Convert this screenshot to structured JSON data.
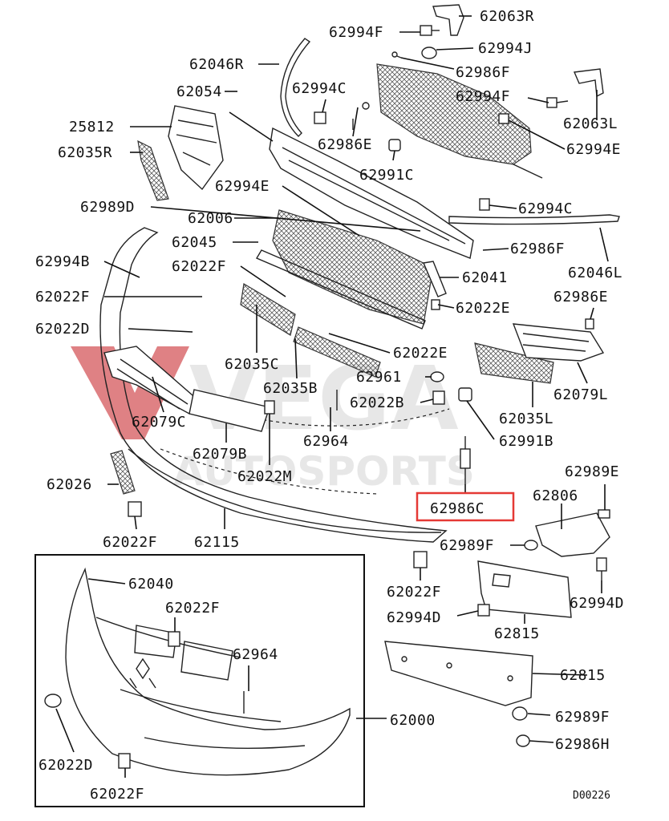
{
  "watermark": {
    "line1": "VEGA",
    "line2": "AUTOSPORTS",
    "accent": "#c41a1f"
  },
  "footer_code": "D00226",
  "highlight": {
    "part": "62986C",
    "color": "#e53935"
  },
  "labels": {
    "p62063R": "62063R",
    "p62994F_top": "62994F",
    "p62994J": "62994J",
    "p62046R": "62046R",
    "p62986F_top": "62986F",
    "p62054": "62054",
    "p62994C_top": "62994C",
    "p62994F_right": "62994F",
    "p25812": "25812",
    "p62063L": "62063L",
    "p62035R": "62035R",
    "p62986E_top": "62986E",
    "p62994E_right": "62994E",
    "p62991C": "62991C",
    "p62994E_mid": "62994E",
    "p62989D": "62989D",
    "p62994C_right": "62994C",
    "p62006": "62006",
    "p62045": "62045",
    "p62986F_right": "62986F",
    "p62046L": "62046L",
    "p62022F_mid": "62022F",
    "p62041": "62041",
    "p62994B": "62994B",
    "p62022F_left": "62022F",
    "p62986E_right": "62986E",
    "p62022E_right": "62022E",
    "p62022D": "62022D",
    "p62022E_mid": "62022E",
    "p62035C": "62035C",
    "p62961": "62961",
    "p62079L": "62079L",
    "p62035B": "62035B",
    "p62022B": "62022B",
    "p62079C": "62079C",
    "p62035L": "62035L",
    "p62964_top": "62964",
    "p62991B": "62991B",
    "p62079B": "62079B",
    "p62022M": "62022M",
    "p62989E": "62989E",
    "p62026": "62026",
    "p62806": "62806",
    "p62986C": "62986C",
    "p62022F_bl": "62022F",
    "p62115": "62115",
    "p62989F_mid": "62989F",
    "p62022F_r": "62022F",
    "p62994D_right": "62994D",
    "p62994D_mid": "62994D",
    "p62815_top": "62815",
    "p62815_bot": "62815",
    "p62989F_bot": "62989F",
    "p62986H": "62986H",
    "p62040": "62040",
    "p62022F_inset": "62022F",
    "p62964_inset": "62964",
    "p62000": "62000",
    "p62022D_inset": "62022D",
    "p62022F_inset_bot": "62022F"
  }
}
